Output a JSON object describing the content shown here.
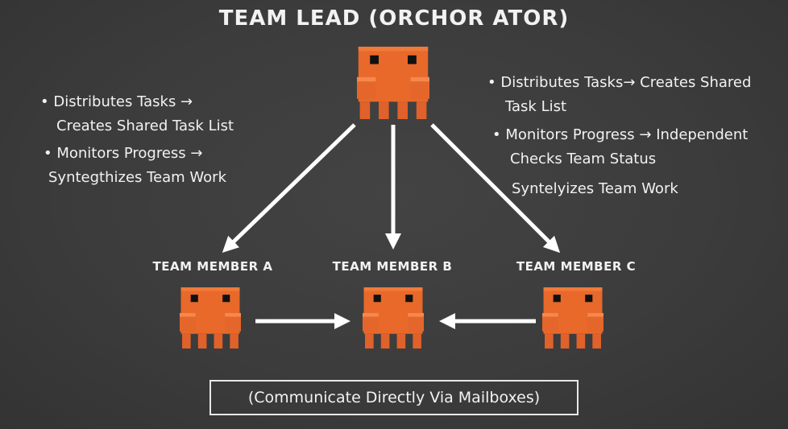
{
  "title": "TEAM LEAD (ORCHOR ATOR)",
  "left_notes": {
    "bullet1": [
      "Distributes Tasks →",
      "Creates Shared Task List"
    ],
    "bullet2": [
      "Monitors Progress →",
      "Syntegthizes Team Work"
    ]
  },
  "right_notes": {
    "bullet1": [
      "Distributes Tasks→ Creates Shared",
      "Task List"
    ],
    "bullet2": [
      "Monitors Progress → Independent",
      "Checks Team Status"
    ],
    "line3": "Syntelyizes Team Work"
  },
  "members": [
    "TEAM MEMBER A",
    "TEAM MEMBER B",
    "TEAM MEMBER C"
  ],
  "footer": "(Communicate Directly Via Mailboxes)",
  "colors": {
    "background": "#3b3b3b",
    "creature": "#e8692a",
    "arrow": "#ffffff"
  }
}
